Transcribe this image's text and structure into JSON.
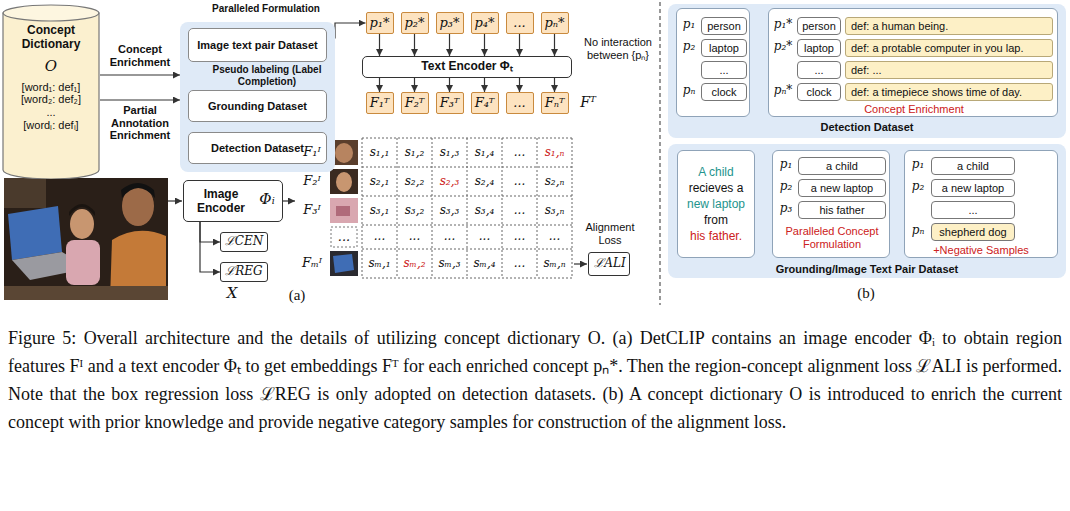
{
  "diagram": {
    "caption": "Figure 5: Overall architecture and the details of utilizing concept dictionary O. (a) DetCLIP contains an image encoder Φᵢ to obtain region features Fᴵ and a text encoder Φₜ to get embeddings Fᵀ for each enriched concept pₙ*. Then the region-concept alignment loss ℒALI is performed. Note that the box regression loss ℒREG is only adopted on detection datasets. (b) A concept dictionary O is introduced to enrich the current concept with prior knowledge and provide negative category samples for construction of the alignment loss.",
    "nodes": [
      {
        "text": [
          "Concept Dictionary",
          "O",
          "[word₁: def₁]",
          "[word₂: def₂]",
          "...",
          "[wordₗ: defₗ]"
        ]
      },
      {
        "text": []
      },
      {
        "text": [
          "Image text pair Dataset"
        ],
        "in": 1
      },
      {
        "text": [
          "Grounding Dataset"
        ],
        "in": 1
      },
      {
        "text": [
          "Detection Dataset"
        ],
        "in": 1
      },
      {
        "text": [
          "p₁*"
        ]
      },
      {
        "text": [
          "p₂*"
        ]
      },
      {
        "text": [
          "p₃*"
        ]
      },
      {
        "text": [
          "p₄*"
        ]
      },
      {
        "text": [
          "..."
        ]
      },
      {
        "text": [
          "pₙ*"
        ]
      },
      {
        "text": [
          "Text Encoder Φₜ"
        ]
      },
      {
        "text": [
          "F₁ᵀ"
        ]
      },
      {
        "text": [
          "F₂ᵀ"
        ]
      },
      {
        "text": [
          "F₃ᵀ"
        ]
      },
      {
        "text": [
          "F₄ᵀ"
        ]
      },
      {
        "text": [
          "..."
        ]
      },
      {
        "text": [
          "Fₙᵀ"
        ]
      },
      {
        "text": [
          "Image Encoder",
          "Φᵢ"
        ]
      },
      {
        "text": [
          "ℒCEN"
        ]
      },
      {
        "text": [
          "ℒREG"
        ]
      },
      {
        "text": [
          "Alignment Loss",
          "ℒALI"
        ]
      },
      {
        "text": [
          "Detection Dataset"
        ]
      },
      {
        "text": [
          "p₁",
          "p₂",
          "pₙ"
        ],
        "in": 22
      },
      {
        "text": [
          "person"
        ],
        "in": 23
      },
      {
        "text": [
          "laptop"
        ],
        "in": 23
      },
      {
        "text": [
          "..."
        ],
        "in": 23
      },
      {
        "text": [
          "clock"
        ],
        "in": 23
      },
      {
        "text": [
          "p₁*",
          "p₂*",
          "pₙ*",
          "Concept Enrichment"
        ],
        "in": 22
      },
      {
        "text": [
          "person"
        ],
        "in": 28
      },
      {
        "text": [
          "def: a human being."
        ],
        "in": 28
      },
      {
        "text": [
          "laptop"
        ],
        "in": 28
      },
      {
        "text": [
          "def: a protable computer in you lap."
        ],
        "in": 28
      },
      {
        "text": [
          "..."
        ],
        "in": 28
      },
      {
        "text": [
          "def: ..."
        ],
        "in": 28
      },
      {
        "text": [
          "clock"
        ],
        "in": 28
      },
      {
        "text": [
          "def: a timepiece shows time of day."
        ],
        "in": 28
      },
      {
        "text": [
          "Grounding/Image Text Pair Dataset"
        ]
      },
      {
        "text": [
          "A child",
          "recieves a",
          "new laptop",
          "from",
          "his father."
        ],
        "in": 37
      },
      {
        "text": [
          "p₁",
          "p₂",
          "p₃",
          "Paralleled Concept Formulation"
        ],
        "in": 37
      },
      {
        "text": [
          "a child"
        ],
        "in": 39
      },
      {
        "text": [
          "a new laptop"
        ],
        "in": 39
      },
      {
        "text": [
          "his father"
        ],
        "in": 39
      },
      {
        "text": [
          "p₁",
          "p₂",
          "pₙ",
          "+Negative Samples"
        ],
        "in": 37
      },
      {
        "text": [
          "a child"
        ],
        "in": 43
      },
      {
        "text": [
          "a new laptop"
        ],
        "in": 43
      },
      {
        "text": [
          "..."
        ],
        "in": 43
      },
      {
        "text": [
          "shepherd dog"
        ],
        "in": 43
      }
    ],
    "edges": [
      {
        "from": 0,
        "to": 1,
        "label": "Concept Enrichment",
        "arrow": "to"
      },
      {
        "from": 0,
        "to": 1,
        "label": "Partial Annotation Enrichment",
        "arrow": "to"
      },
      {
        "from": 2,
        "to": 3,
        "label": "Pseudo labeling (Label Completion)",
        "arrow": "to"
      },
      {
        "from": 2,
        "to": 5,
        "label": "Paralleled Formulation",
        "arrow": "to"
      },
      {
        "from": 5,
        "to": 11,
        "arrow": "to"
      },
      {
        "from": 6,
        "to": 11,
        "arrow": "to"
      },
      {
        "from": 7,
        "to": 11,
        "arrow": "to"
      },
      {
        "from": 8,
        "to": 11,
        "arrow": "to"
      },
      {
        "from": 9,
        "to": 11,
        "arrow": "to"
      },
      {
        "from": 10,
        "to": 11,
        "arrow": "to"
      },
      {
        "from": 11,
        "to": 12,
        "arrow": "to"
      },
      {
        "from": 11,
        "to": 13,
        "arrow": "to"
      },
      {
        "from": 11,
        "to": 14,
        "arrow": "to"
      },
      {
        "from": 11,
        "to": 15,
        "arrow": "to"
      },
      {
        "from": 11,
        "to": 16,
        "arrow": "to"
      },
      {
        "from": 11,
        "to": 17,
        "arrow": "to"
      },
      {
        "from": 18,
        "to": 19,
        "arrow": "to"
      },
      {
        "from": 18,
        "to": 20,
        "arrow": "to"
      },
      {
        "from": 23,
        "to": 28,
        "arrow": "to"
      },
      {
        "from": 38,
        "to": 39,
        "arrow": "to"
      },
      {
        "from": 39,
        "to": 43,
        "arrow": "to"
      }
    ],
    "labels": [
      "No interaction between {pₙ}",
      "Fᵀ",
      "F₁ᴵ",
      "F₂ᴵ",
      "F₃ᴵ",
      "Fₘᴵ",
      "...",
      "s₁,₁",
      "s₁,₂",
      "s₁,₃",
      "s₁,₄",
      "...",
      "s₁,ₙ",
      "s₂,₁",
      "s₂,₂",
      "s₂,₃",
      "s₂,₄",
      "...",
      "s₂,ₙ",
      "s₃,₁",
      "s₃,₂",
      "s₃,₃",
      "s₃,₄",
      "...",
      "s₃,ₙ",
      "...",
      "...",
      "...",
      "...",
      "...",
      "...",
      "sₘ,₁",
      "sₘ,₂",
      "sₘ,₃",
      "sₘ,₄",
      "...",
      "sₘ,ₙ",
      "X",
      "(a)",
      "(b)"
    ]
  }
}
